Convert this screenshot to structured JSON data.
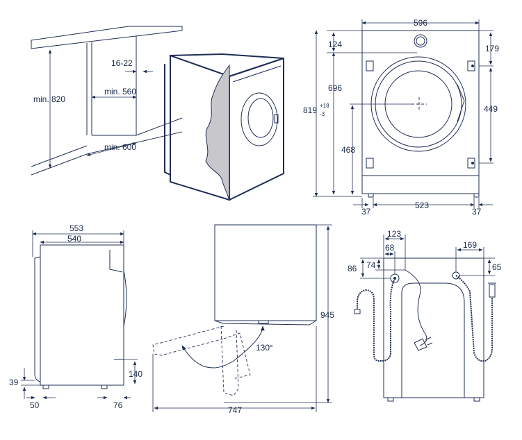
{
  "installation": {
    "min_height": "min. 820",
    "panel_gap": "16-22",
    "min_depth": "min. 560",
    "min_width": "min. 600"
  },
  "front": {
    "width": "596",
    "top_offset": "124",
    "total_height": "819",
    "tolerance_up": "+18",
    "tolerance_down": "-3",
    "porthole_height": "696",
    "center_height": "468",
    "hinge_top": "179",
    "hinge_spacing": "449",
    "foot_left": "37",
    "foot_spacing": "523",
    "foot_right": "37"
  },
  "side": {
    "total_depth": "553",
    "body_depth": "540",
    "foot_height": "39",
    "foot_front": "50",
    "recess_height": "140",
    "recess_depth": "76"
  },
  "door": {
    "height": "945",
    "opening_angle": "130°",
    "total_depth": "747"
  },
  "back": {
    "hose_offset": "123",
    "outlet_offset": "68",
    "outlet_height": "86",
    "outlet_height_inner": "74",
    "inlet_offset": "169",
    "inlet_height": "65"
  },
  "colors": {
    "line": "#1e2d55",
    "cut_panel": "#c8c8cc"
  }
}
